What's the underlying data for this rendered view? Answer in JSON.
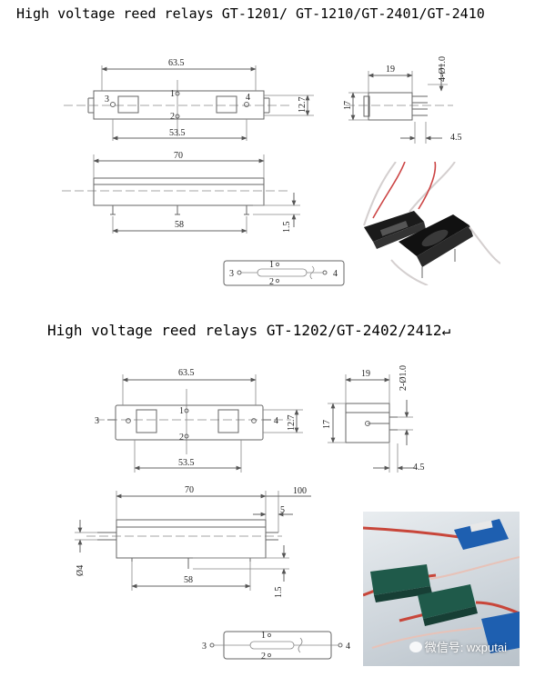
{
  "section1": {
    "title": "High voltage reed relays GT-1201/ GT-1210/GT-2401/GT-2410",
    "top_view": {
      "length": "63.5",
      "pitch": "53.5",
      "height": "12.7",
      "pins": [
        "1",
        "2",
        "3",
        "4"
      ]
    },
    "side_view": {
      "length": "70",
      "pin_span": "58",
      "pin_len": "1.5"
    },
    "end_view": {
      "width": "19",
      "height": "17",
      "pin_dia": "4-Ø1.0",
      "offset": "4.5"
    },
    "schematic": {
      "pins": [
        "1",
        "2",
        "3",
        "4"
      ]
    }
  },
  "section2": {
    "title": "High voltage reed relays  GT-1202/GT-2402/2412↵",
    "top_view": {
      "length": "63.5",
      "pitch": "53.5",
      "height": "12.7",
      "pins": [
        "1",
        "2",
        "3",
        "4"
      ]
    },
    "side_view": {
      "length": "70",
      "lead": "100",
      "lead_gap": "5",
      "lead_dia": "Ø4",
      "pin_span": "58",
      "pin_len": "1.5"
    },
    "end_view": {
      "width": "19",
      "height": "17",
      "pin_dia": "2-Ø1.0",
      "offset": "4.5"
    },
    "schematic": {
      "pins": [
        "1",
        "2",
        "3",
        "4"
      ]
    }
  },
  "watermark": {
    "text": "微信号: wxputai"
  },
  "colors": {
    "relay_black": "#1a1a1a",
    "relay_green": "#1f5a4a",
    "relay_blue": "#1e5fb0",
    "wire_red": "#c8463a"
  }
}
